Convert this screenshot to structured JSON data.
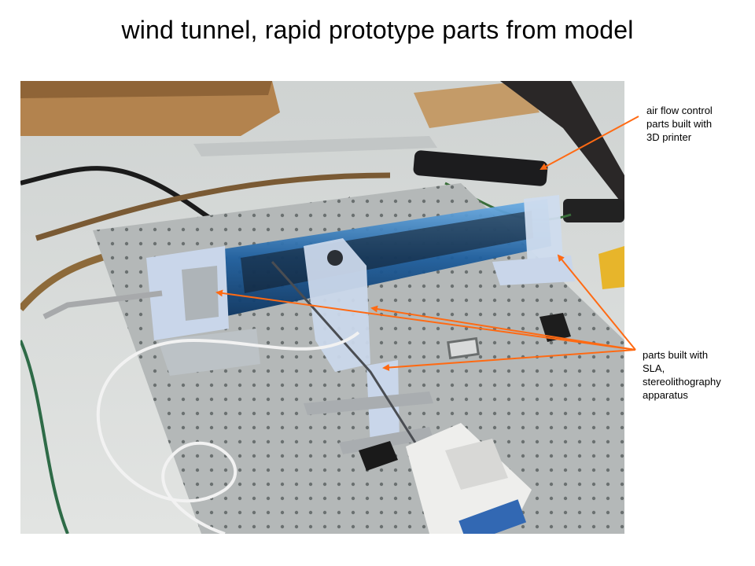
{
  "slide": {
    "title": "wind tunnel, rapid prototype parts from model"
  },
  "photo": {
    "subject": "wind tunnel on optical breadboard"
  },
  "callouts": {
    "top": {
      "lines": [
        "air flow control",
        "parts built with",
        "3D printer"
      ]
    },
    "bottom": {
      "lines": [
        "parts built with",
        "SLA,",
        "stereolithography",
        "apparatus"
      ]
    }
  },
  "colors": {
    "arrow": "#ff6a13",
    "tunnel": "#2f7fc0",
    "plate": "#b4b8b8",
    "sla_part": "#c9d6ea"
  }
}
